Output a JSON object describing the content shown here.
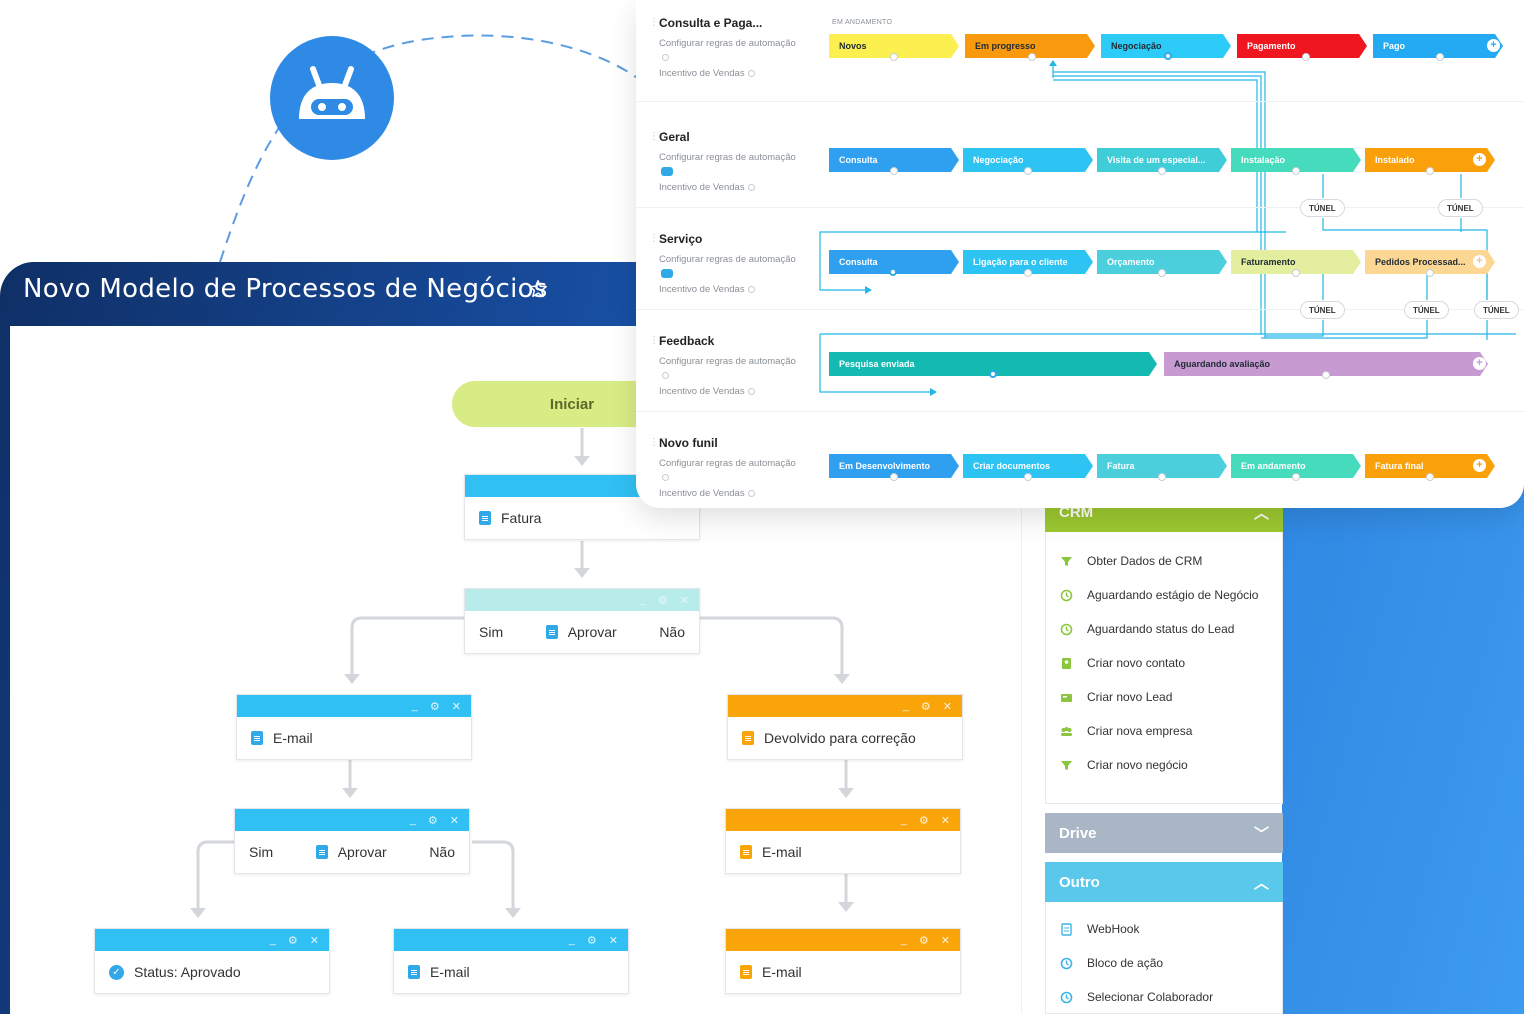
{
  "page": {
    "title": "Novo Modelo de Processos de Negócios"
  },
  "canvas": {
    "start_label": "Iniciar",
    "nodes": {
      "fatura": "Fatura",
      "aprovar_1": "Aprovar",
      "email_1": "E-mail",
      "devolvido": "Devolvido para correção",
      "aprovar_2": "Aprovar",
      "email_2": "E-mail",
      "status": "Status: Aprovado",
      "email_3": "E-mail",
      "email_4": "E-mail"
    },
    "branches": {
      "yes": "Sim",
      "no": "Não"
    },
    "node_controls": {
      "minimize": "_",
      "settings": "⚙",
      "close": "✕"
    }
  },
  "panel": {
    "crm": {
      "title": "CRM",
      "items": [
        "Obter Dados de CRM",
        "Aguardando estágio de Negócio",
        "Aguardando status do Lead",
        "Criar novo contato",
        "Criar novo Lead",
        "Criar nova empresa",
        "Criar novo negócio"
      ]
    },
    "drive": {
      "title": "Drive"
    },
    "outro": {
      "title": "Outro",
      "items": [
        "WebHook",
        "Bloco de ação",
        "Selecionar Colaborador"
      ]
    }
  },
  "funnels": {
    "status_header": "EM ANDAMENTO",
    "automation_label": "Configurar regras de automação",
    "incentive_label": "Incentivo de Vendas",
    "tunnel_label": "TÚNEL",
    "rows": [
      {
        "name": "Consulta e Paga...",
        "stages": [
          {
            "label": "Novos",
            "color": "#fbf04f"
          },
          {
            "label": "Em progresso",
            "color": "#f99a0e"
          },
          {
            "label": "Negociação",
            "color": "#2dcbf7"
          },
          {
            "label": "Pagamento",
            "color": "#f0161f"
          },
          {
            "label": "Pago",
            "color": "#23aaf2"
          }
        ]
      },
      {
        "name": "Geral",
        "stages": [
          {
            "label": "Consulta",
            "color": "#2f9fef"
          },
          {
            "label": "Negociação",
            "color": "#2dc3f3"
          },
          {
            "label": "Visita de um especial...",
            "color": "#3fcdd8"
          },
          {
            "label": "Instalação",
            "color": "#47dbbd"
          },
          {
            "label": "Instalado",
            "color": "#f9a00b"
          }
        ]
      },
      {
        "name": "Serviço",
        "stages": [
          {
            "label": "Consulta",
            "color": "#2f9fef"
          },
          {
            "label": "Ligação para o cliente",
            "color": "#2dc3f3"
          },
          {
            "label": "Orçamento",
            "color": "#4ccfdd"
          },
          {
            "label": "Faturamento",
            "color": "#e3ef9f"
          },
          {
            "label": "Pedidos Processad...",
            "color": "#fbd793"
          }
        ]
      },
      {
        "name": "Feedback",
        "stages": [
          {
            "label": "Pesquisa enviada",
            "color": "#14b9b2"
          },
          {
            "label": "Aguardando avaliação",
            "color": "#c79ad2"
          }
        ]
      },
      {
        "name": "Novo funil",
        "stages": [
          {
            "label": "Em Desenvolvimento",
            "color": "#2f9fef"
          },
          {
            "label": "Criar documentos",
            "color": "#2dc3f3"
          },
          {
            "label": "Fatura",
            "color": "#4ccfdd"
          },
          {
            "label": "Em andamento",
            "color": "#47dbbd"
          },
          {
            "label": "Fatura final",
            "color": "#f9a00b"
          }
        ]
      }
    ]
  },
  "colors": {
    "accent_blue": "#31c0f3",
    "orange": "#f9a409",
    "teal_light": "#b8ecea",
    "start_green": "#d8ec86",
    "crm_green": "#9cc830",
    "drive_gray": "#a9b6c6",
    "outro_cyan": "#5ac8ea",
    "tunnel_line": "#22b8e6"
  },
  "icons": {
    "avatar": "robot-icon",
    "favorite": "star-icon",
    "node_doc": "document-icon",
    "status": "check-circle-icon"
  }
}
